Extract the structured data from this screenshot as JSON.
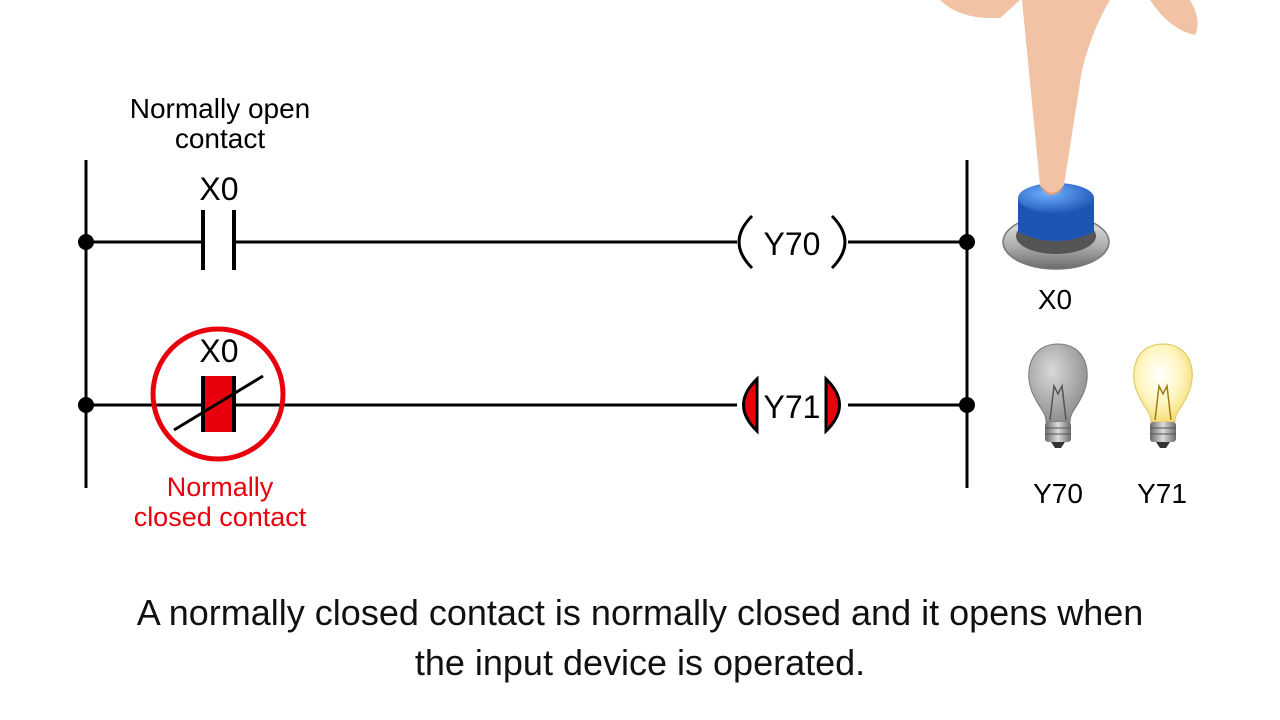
{
  "colors": {
    "line": "#000000",
    "highlight": "#e8000d",
    "button_blue": "#2a6fd6",
    "bulb_off": "#9a9a9a",
    "bulb_on": "#fff2a8",
    "skin": "#f2c2a4"
  },
  "ladder": {
    "rung1": {
      "contact_title_line1": "Normally open",
      "contact_title_line2": "contact",
      "contact_label": "X0",
      "coil_label": "Y70"
    },
    "rung2": {
      "contact_label": "X0",
      "contact_title_line1": "Normally",
      "contact_title_line2": "closed contact",
      "coil_label": "Y71"
    }
  },
  "devices": {
    "button_label": "X0",
    "bulb1_label": "Y70",
    "bulb2_label": "Y71"
  },
  "caption": {
    "line1": "A normally closed contact is normally closed and it opens when",
    "line2": "the input device is operated."
  }
}
